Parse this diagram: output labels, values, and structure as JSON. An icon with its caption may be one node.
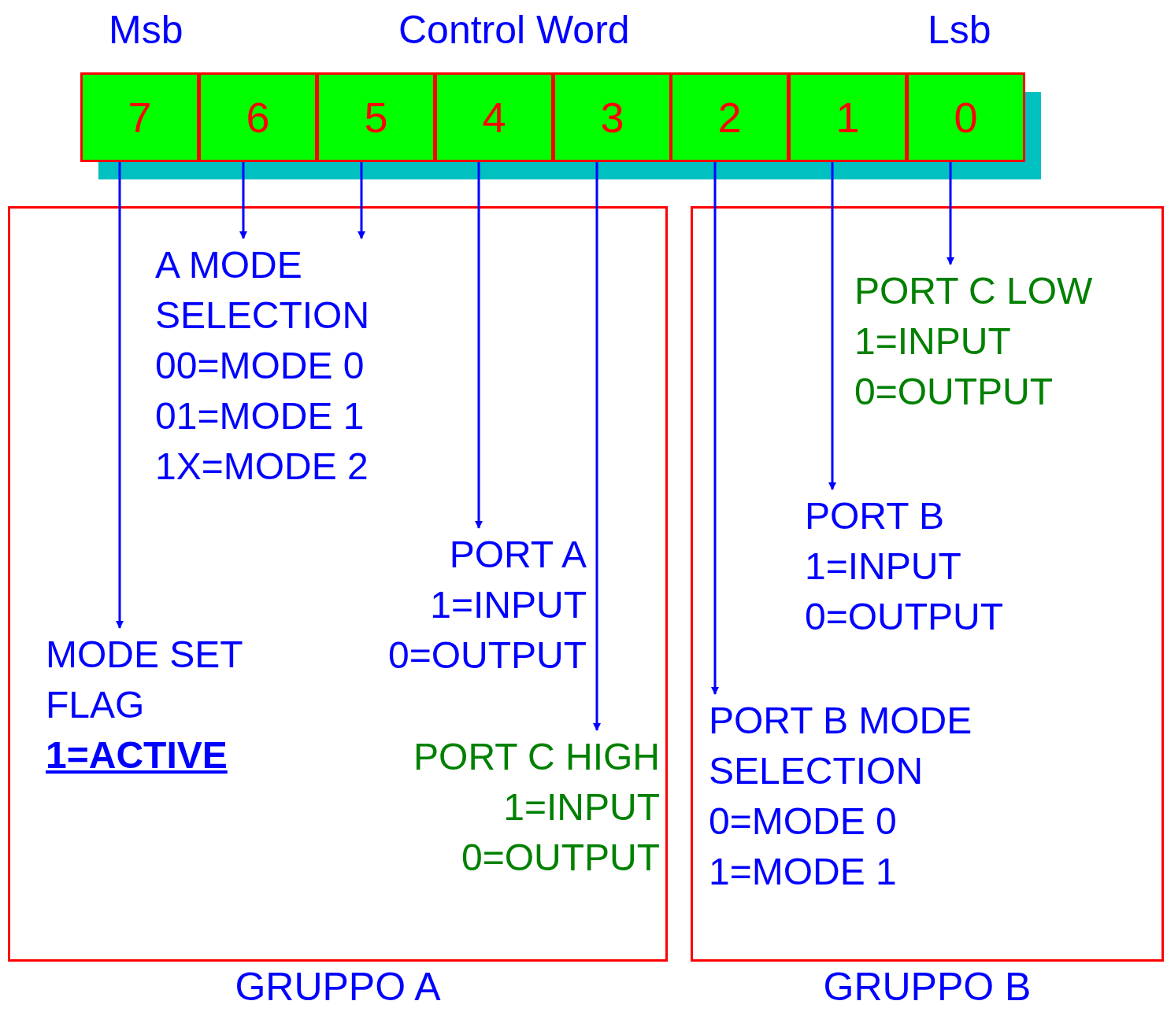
{
  "diagram": {
    "title": "Control Word",
    "nodes": [
      {
        "text": [
          "7"
        ]
      },
      {
        "text": [
          "6"
        ]
      },
      {
        "text": [
          "5"
        ]
      },
      {
        "text": [
          "4"
        ]
      },
      {
        "text": [
          "3"
        ]
      },
      {
        "text": [
          "2"
        ]
      },
      {
        "text": [
          "1"
        ]
      },
      {
        "text": [
          "0"
        ]
      },
      {
        "text": [
          "GRUPPO A"
        ]
      },
      {
        "text": [
          "GRUPPO B"
        ]
      },
      {
        "text": [
          "MODE SET FLAG",
          "1=ACTIVE"
        ],
        "in": 8
      },
      {
        "text": [
          "A MODE SELECTION",
          "00=MODE 0",
          "01=MODE 1",
          "1X=MODE 2"
        ],
        "in": 8
      },
      {
        "text": [
          "PORT A",
          "1=INPUT",
          "0=OUTPUT"
        ],
        "in": 8
      },
      {
        "text": [
          "PORT C HIGH",
          "1=INPUT",
          "0=OUTPUT"
        ],
        "in": 8
      },
      {
        "text": [
          "PORT C LOW",
          "1=INPUT",
          "0=OUTPUT"
        ],
        "in": 9
      },
      {
        "text": [
          "PORT B",
          "1=INPUT",
          "0=OUTPUT"
        ],
        "in": 9
      },
      {
        "text": [
          "PORT B MODE SELECTION",
          "0=MODE 0",
          "1=MODE 1"
        ],
        "in": 9
      }
    ],
    "edges": [
      {
        "from": 0,
        "to": 10,
        "arrow": "to"
      },
      {
        "from": 1,
        "to": 11,
        "arrow": "to"
      },
      {
        "from": 2,
        "to": 11,
        "arrow": "to"
      },
      {
        "from": 3,
        "to": 12,
        "arrow": "to"
      },
      {
        "from": 4,
        "to": 13,
        "arrow": "to"
      },
      {
        "from": 5,
        "to": 16,
        "arrow": "to"
      },
      {
        "from": 6,
        "to": 15,
        "arrow": "to"
      },
      {
        "from": 7,
        "to": 14,
        "arrow": "to"
      }
    ],
    "labels": [
      "Msb",
      "Lsb"
    ]
  }
}
